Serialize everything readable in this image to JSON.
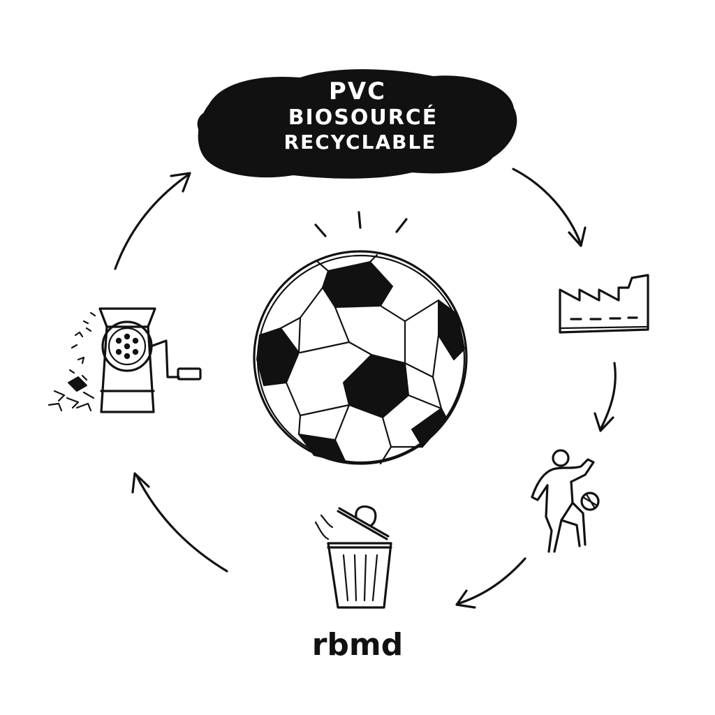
{
  "header": {
    "lines": [
      "PVC",
      "BIOSOURCÉ",
      "RECYCLABLE"
    ]
  },
  "logo": {
    "text": "rbmd"
  },
  "cycle": {
    "steps": [
      "factory-icon",
      "player-icon",
      "trash-bin-icon",
      "grinder-icon"
    ],
    "center": "soccer-ball-icon"
  },
  "colors": {
    "ink": "#111111",
    "background": "#ffffff",
    "label_text": "#ffffff"
  }
}
